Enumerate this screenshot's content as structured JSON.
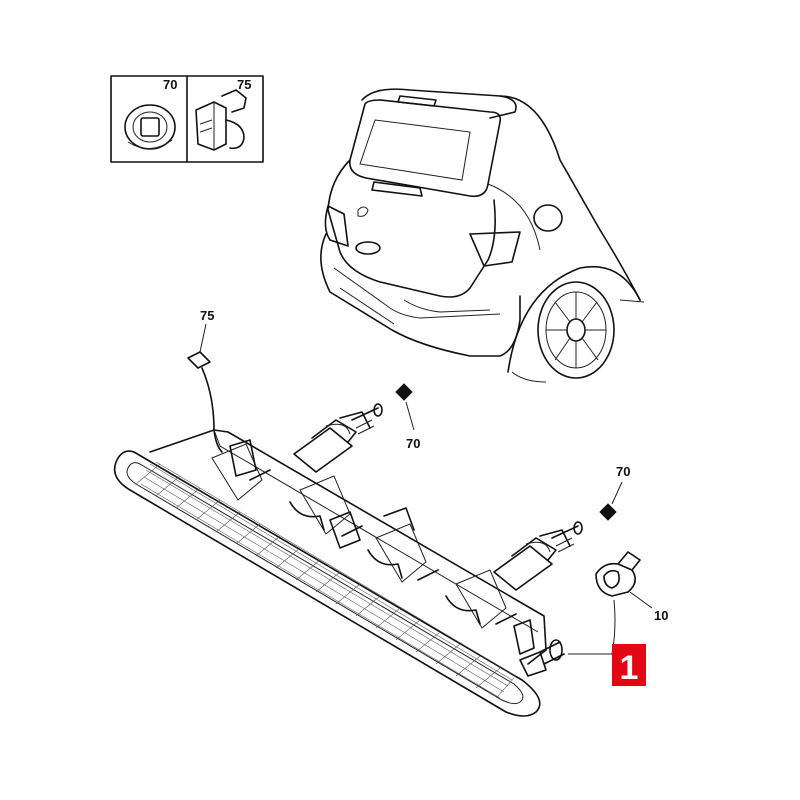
{
  "inset": {
    "left_label": "70",
    "right_label": "75"
  },
  "callouts": {
    "connector_clip": "75",
    "grommet_upper": "70",
    "grommet_lower": "70",
    "bulb_holder": "10"
  },
  "main_part": {
    "number": "1",
    "badge_color": "#e30613"
  }
}
